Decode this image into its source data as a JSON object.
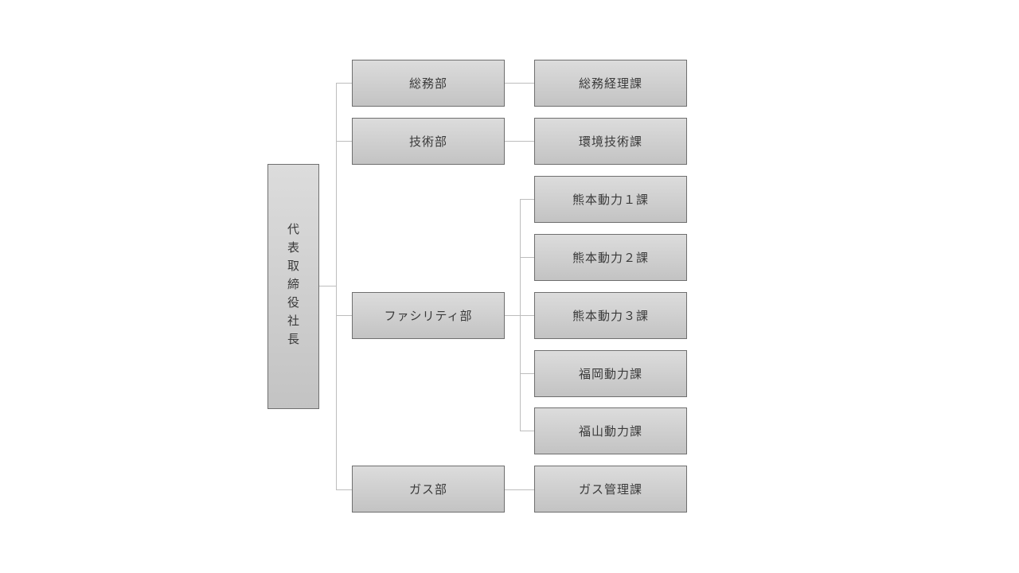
{
  "diagram": {
    "type": "org-chart",
    "root": {
      "label": "代表取締役社長"
    },
    "departments": [
      {
        "label": "総務部",
        "sections": [
          "総務経理課"
        ]
      },
      {
        "label": "技術部",
        "sections": [
          "環境技術課"
        ]
      },
      {
        "label": "ファシリティ部",
        "sections": [
          "熊本動力１課",
          "熊本動力２課",
          "熊本動力３課",
          "福岡動力課",
          "福山動力課"
        ]
      },
      {
        "label": "ガス部",
        "sections": [
          "ガス管理課"
        ]
      }
    ],
    "colors": {
      "box_top": "#dcdcdc",
      "box_bottom": "#c3c3c3",
      "box_border": "#6f6f6f",
      "connector": "#bdbdbd",
      "text": "#3a3a3a"
    }
  }
}
